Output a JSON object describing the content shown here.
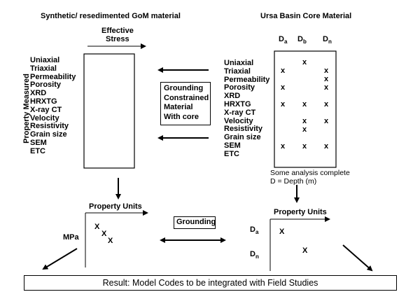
{
  "left_title": "Synthetic/ resedimented GoM material",
  "right_title": "Ursa Basin Core Material",
  "effective_stress": [
    "Effective",
    "Stress"
  ],
  "property_axis_label": "Property Measured",
  "left_properties": [
    "Uniaxial",
    "Triaxial",
    "Permeability",
    "Porosity",
    "XRD",
    "HRXTG",
    "X-ray CT",
    "Velocity",
    "Resistivity",
    "Grain size",
    "SEM",
    "ETC"
  ],
  "right_properties": [
    "Uniaxial",
    "Triaxial",
    "Permeability",
    "Porosity",
    "XRD",
    "HRXTG",
    "X-ray CT",
    "Velocity",
    "Resistivity",
    "Grain size",
    "SEM",
    "ETC"
  ],
  "depth_columns": [
    {
      "main": "D",
      "sub": "a"
    },
    {
      "main": "D",
      "sub": "b"
    },
    {
      "main": "D",
      "sub": "n"
    }
  ],
  "matrix_mark": "x",
  "grounding_box": [
    "Grounding",
    "Constrained",
    "Material",
    "With core"
  ],
  "analysis_note": [
    "Some analysis complete",
    "D = Depth (m)"
  ],
  "left_plot": {
    "title": "Property Units",
    "ylabel": "MPa",
    "marks": [
      "X",
      "X",
      "X"
    ]
  },
  "grounding_label": "Grounding",
  "right_plot": {
    "title": "Property Units",
    "row_a": {
      "main": "D",
      "sub": "a"
    },
    "row_n": {
      "main": "D",
      "sub": "n"
    },
    "marks": [
      "X",
      "X"
    ]
  },
  "result": "Result: Model Codes to be integrated with Field Studies"
}
